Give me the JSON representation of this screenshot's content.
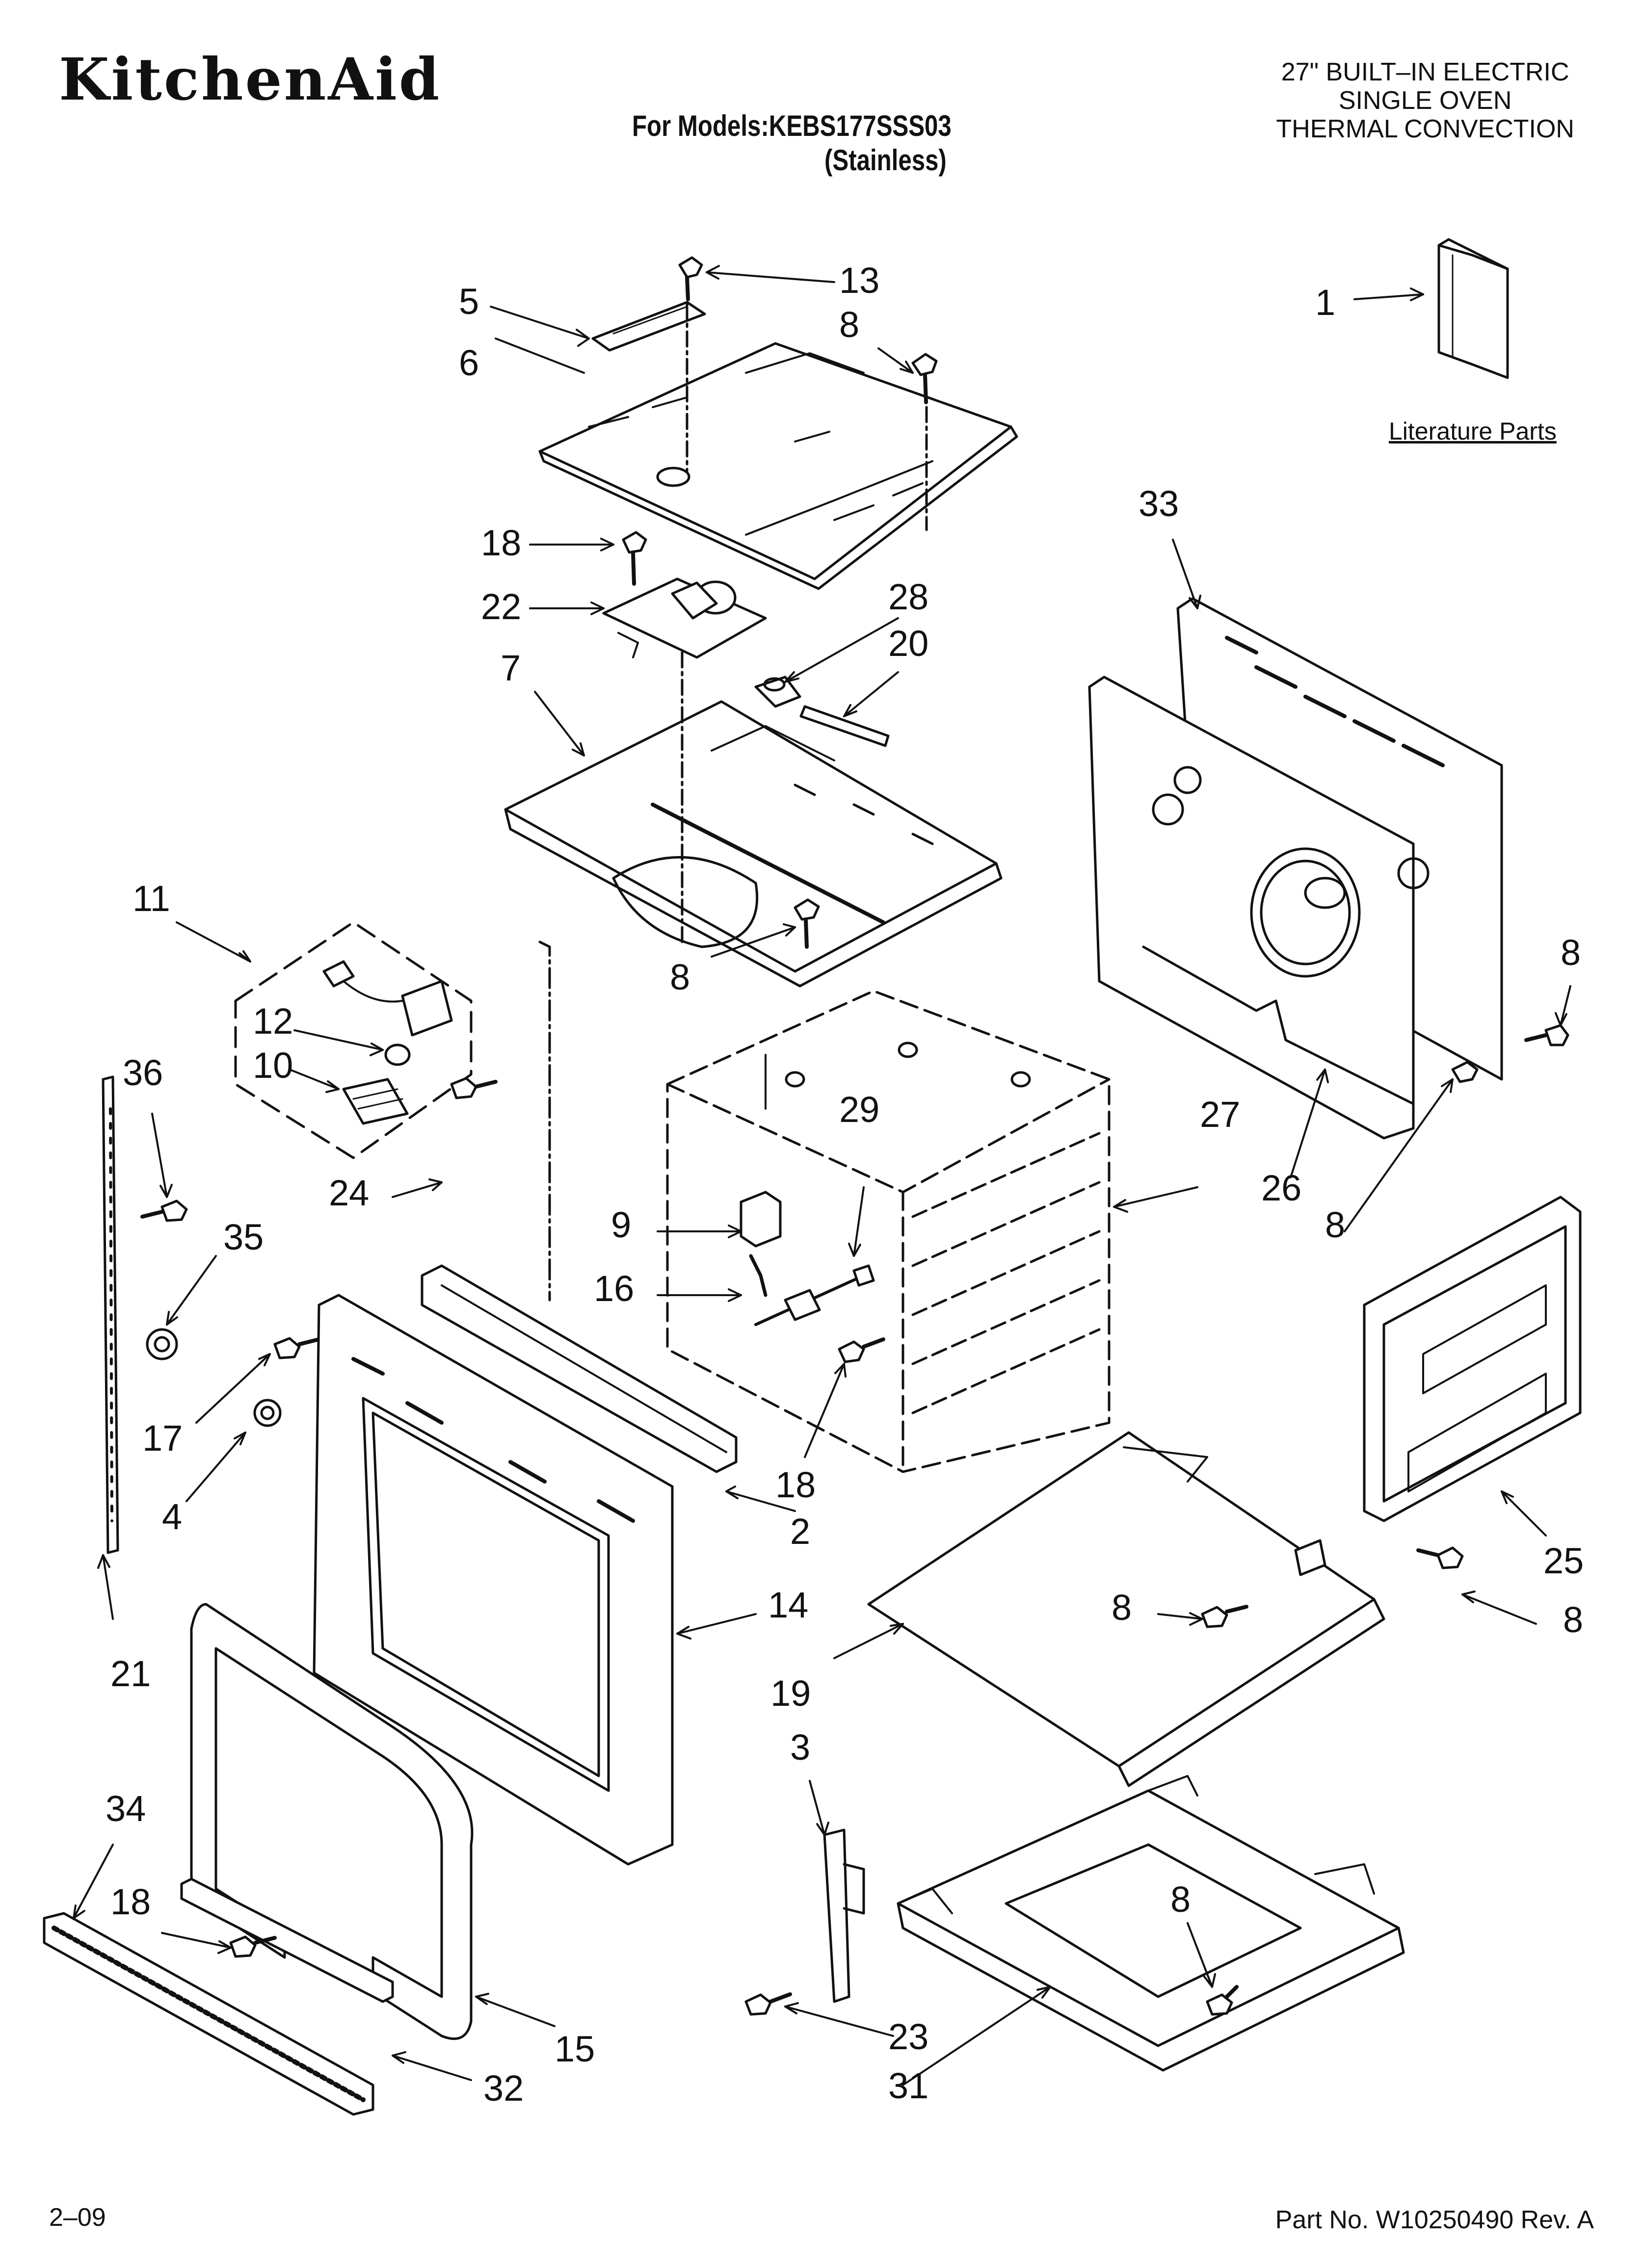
{
  "header": {
    "brand": "KitchenAid",
    "models_line": "For Models:KEBS177SSS03",
    "finish": "(Stainless)",
    "product_lines": [
      "27\" BUILT–IN ELECTRIC",
      "SINGLE OVEN",
      "THERMAL CONVECTION"
    ]
  },
  "literature_label": "Literature Parts",
  "callouts": [
    "1",
    "2",
    "3",
    "4",
    "5",
    "6",
    "7",
    "8",
    "9",
    "10",
    "11",
    "12",
    "13",
    "14",
    "15",
    "16",
    "17",
    "18",
    "19",
    "20",
    "21",
    "22",
    "23",
    "24",
    "25",
    "26",
    "27",
    "28",
    "29",
    "31",
    "32",
    "33",
    "34",
    "35",
    "36"
  ],
  "callout_labels": {
    "c1": "1",
    "c5": "5",
    "c13": "13",
    "c8a": "8",
    "c6": "6",
    "c18a": "18",
    "c22": "22",
    "c28": "28",
    "c20": "20",
    "c7": "7",
    "c8b": "8",
    "c33": "33",
    "c11": "11",
    "c12": "12",
    "c10": "10",
    "c36": "36",
    "c24": "24",
    "c35": "35",
    "c17": "17",
    "c4": "4",
    "c21": "21",
    "c29": "29",
    "c9": "9",
    "c16": "16",
    "c27": "27",
    "c26": "26",
    "c8c": "8",
    "c8d": "8",
    "c18b": "18",
    "c2": "2",
    "c14": "14",
    "c25": "25",
    "c8e": "8",
    "c8f": "8",
    "c19": "19",
    "c3": "3",
    "c34": "34",
    "c18c": "18",
    "c15": "15",
    "c32": "32",
    "c8g": "8",
    "c23": "23",
    "c31": "31"
  },
  "footer": {
    "date": "2–09",
    "part_no": "Part No. W10250490 Rev. A"
  },
  "colors": {
    "ink": "#111111",
    "paper": "#ffffff"
  }
}
